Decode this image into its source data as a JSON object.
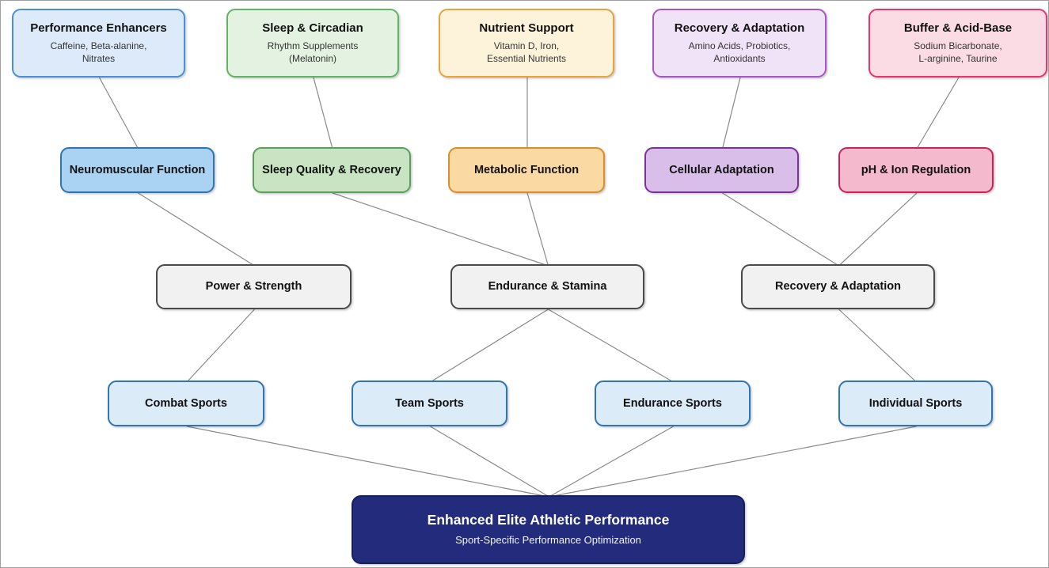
{
  "palette": {
    "line": "#8a8a8a",
    "r1_blue": {
      "border": "#4a90d8",
      "fill": "#ddeafa",
      "text": "#111111"
    },
    "r1_green": {
      "border": "#62b566",
      "fill": "#e4f3e1",
      "text": "#111111"
    },
    "r1_orange": {
      "border": "#e8a33d",
      "fill": "#fdf3da",
      "text": "#111111"
    },
    "r1_purple": {
      "border": "#a855c8",
      "fill": "#f0e3f7",
      "text": "#111111"
    },
    "r1_pink": {
      "border": "#e8356d",
      "fill": "#fbdce5",
      "text": "#111111"
    },
    "r2_blue": {
      "border": "#2e75b6",
      "fill": "#aad2f2",
      "text": "#111111"
    },
    "r2_green": {
      "border": "#5aa05a",
      "fill": "#c8e4c3",
      "text": "#111111"
    },
    "r2_orange": {
      "border": "#d98e2b",
      "fill": "#fbd9a2",
      "text": "#111111"
    },
    "r2_purple": {
      "border": "#7d3098",
      "fill": "#d9bee9",
      "text": "#111111"
    },
    "r2_pink": {
      "border": "#c9235f",
      "fill": "#f5b9cd",
      "text": "#111111"
    },
    "gray": {
      "border": "#4a4a4a",
      "fill": "#f1f1f1",
      "text": "#111111"
    },
    "sport_blue": {
      "border": "#2e75b6",
      "fill": "#dcebf8",
      "text": "#111111"
    },
    "navy": {
      "border": "#181f5e",
      "fill": "#232c7c",
      "text": "#ffffff"
    }
  },
  "nodes": {
    "supp1": {
      "title": "Performance Enhancers",
      "subtitle": "Caffeine, Beta-alanine,\nNitrates"
    },
    "supp2": {
      "title": "Sleep & Circadian",
      "subtitle": "Rhythm Supplements\n(Melatonin)"
    },
    "supp3": {
      "title": "Nutrient Support",
      "subtitle": "Vitamin D, Iron,\nEssential Nutrients"
    },
    "supp4": {
      "title": "Recovery & Adaptation",
      "subtitle": "Amino Acids, Probiotics,\nAntioxidants"
    },
    "supp5": {
      "title": "Buffer & Acid-Base",
      "subtitle": "Sodium Bicarbonate,\nL-arginine, Taurine"
    },
    "func1": {
      "title": "Neuromuscular Function"
    },
    "func2": {
      "title": "Sleep Quality & Recovery"
    },
    "func3": {
      "title": "Metabolic Function"
    },
    "func4": {
      "title": "Cellular Adaptation"
    },
    "func5": {
      "title": "pH & Ion Regulation"
    },
    "out1": {
      "title": "Power & Strength"
    },
    "out2": {
      "title": "Endurance & Stamina"
    },
    "out3": {
      "title": "Recovery & Adaptation"
    },
    "sport1": {
      "title": "Combat Sports"
    },
    "sport2": {
      "title": "Team Sports"
    },
    "sport3": {
      "title": "Endurance Sports"
    },
    "sport4": {
      "title": "Individual Sports"
    },
    "final": {
      "title": "Enhanced Elite Athletic Performance",
      "subtitle": "Sport-Specific Performance Optimization"
    }
  },
  "edges": [
    {
      "from": "supp1",
      "to": "func1"
    },
    {
      "from": "supp2",
      "to": "func2"
    },
    {
      "from": "supp3",
      "to": "func3"
    },
    {
      "from": "supp4",
      "to": "func4"
    },
    {
      "from": "supp5",
      "to": "func5"
    },
    {
      "from": "func1",
      "to": "out1"
    },
    {
      "from": "func2",
      "to": "out2"
    },
    {
      "from": "func3",
      "to": "out2"
    },
    {
      "from": "func4",
      "to": "out3"
    },
    {
      "from": "func5",
      "to": "out3"
    },
    {
      "from": "out1",
      "to": "sport1"
    },
    {
      "from": "out2",
      "to": "sport2"
    },
    {
      "from": "out2",
      "to": "sport3"
    },
    {
      "from": "out3",
      "to": "sport4"
    },
    {
      "from": "sport1",
      "to": "final"
    },
    {
      "from": "sport2",
      "to": "final"
    },
    {
      "from": "sport3",
      "to": "final"
    },
    {
      "from": "sport4",
      "to": "final"
    }
  ]
}
